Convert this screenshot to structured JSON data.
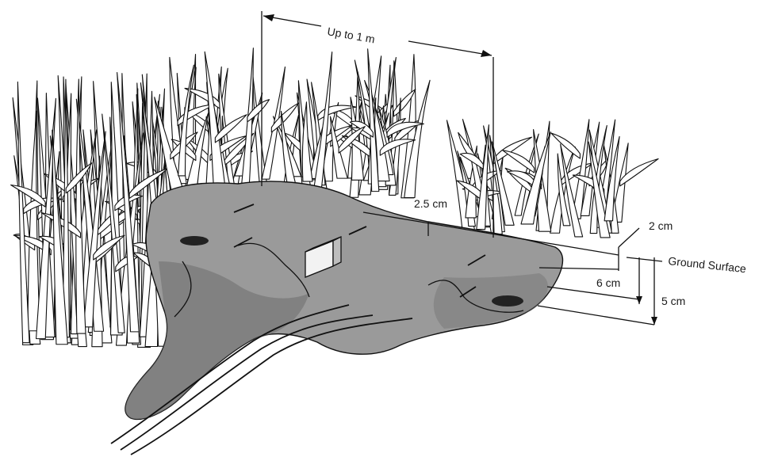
{
  "labels": {
    "top_width": "Up to 1 m",
    "depth_top": "2.5 cm",
    "depth_right": "2 cm",
    "ground": "Ground Surface",
    "depth_mid": "6 cm",
    "depth_bottom": "5 cm"
  },
  "colors": {
    "ink": "#111111",
    "burrow_fill": "#9a9a9a",
    "burrow_shadow": "#6e6e6e",
    "background": "#ffffff"
  }
}
